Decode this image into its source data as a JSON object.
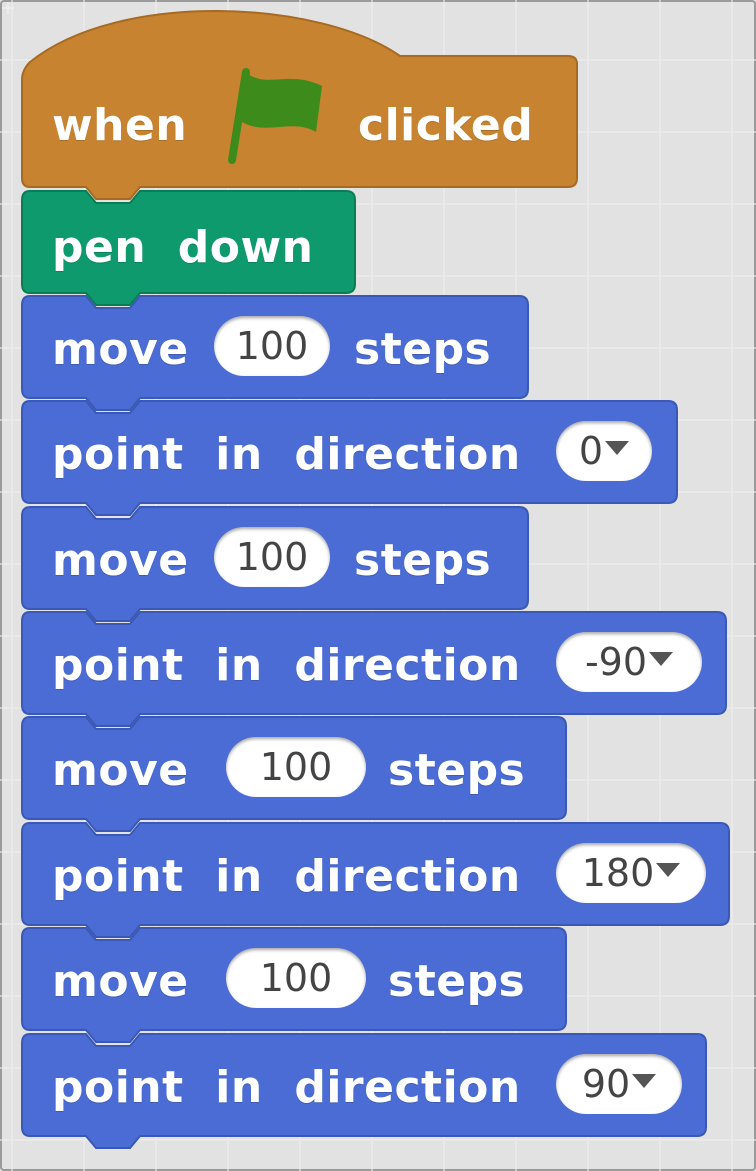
{
  "colors": {
    "events": "#c88330",
    "pen": "#0e9a6c",
    "motion": "#4a6cd4",
    "flag": "#3d8b1a",
    "background": "#e2e2e2"
  },
  "script": {
    "hat": {
      "text_before": "when",
      "icon": "green-flag-icon",
      "text_after": "clicked"
    },
    "pen_down": {
      "label": "pen  down"
    },
    "blocks": [
      {
        "kind": "move",
        "word1": "move",
        "value": "100",
        "word2": "steps"
      },
      {
        "kind": "point",
        "label": "point  in  direction",
        "value": "0"
      },
      {
        "kind": "move",
        "word1": "move",
        "value": "100",
        "word2": "steps"
      },
      {
        "kind": "point",
        "label": "point  in  direction",
        "value": "-90"
      },
      {
        "kind": "move",
        "word1": "move",
        "value": "100",
        "word2": "steps"
      },
      {
        "kind": "point",
        "label": "point  in  direction",
        "value": "180"
      },
      {
        "kind": "move",
        "word1": "move",
        "value": "100",
        "word2": "steps"
      },
      {
        "kind": "point",
        "label": "point  in  direction",
        "value": "90"
      }
    ]
  }
}
